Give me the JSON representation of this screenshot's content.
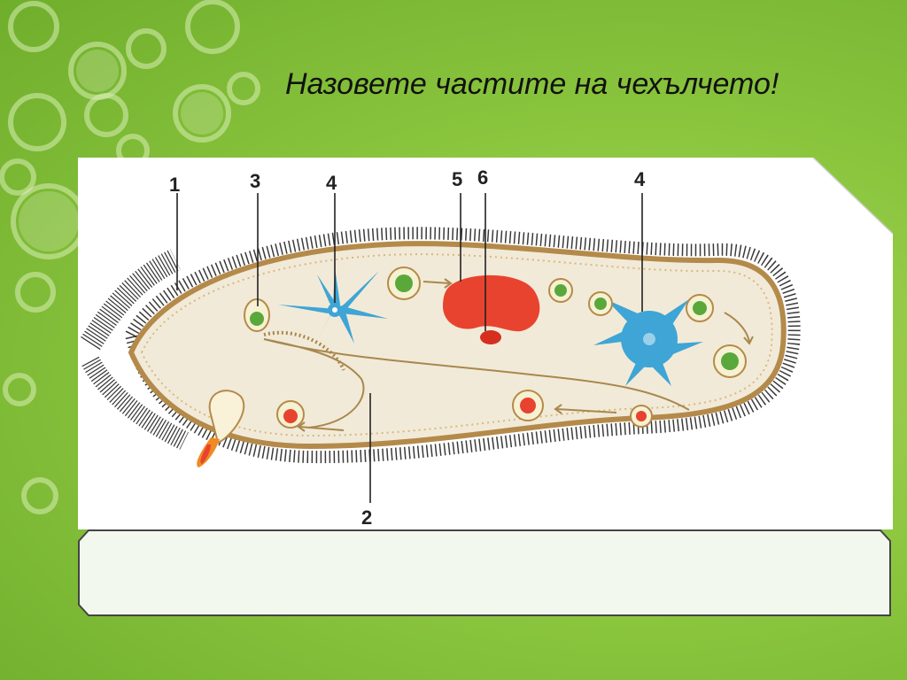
{
  "slide": {
    "title": "Назовете частите на чехълчето!"
  },
  "diagram": {
    "labels": [
      "1",
      "2",
      "3",
      "4",
      "5",
      "6",
      "4"
    ]
  },
  "answer": {
    "value": ""
  },
  "colors": {
    "background": "#8cc63f",
    "card": "#ffffff",
    "answer_box": "#f3f8ee",
    "cytoplasm": "#f2ead8",
    "membrane": "#b48a4a",
    "macronucleus": "#e8432e",
    "contractile_vacuole": "#3ea5d6",
    "food_vacuole": "#5aa83c"
  }
}
